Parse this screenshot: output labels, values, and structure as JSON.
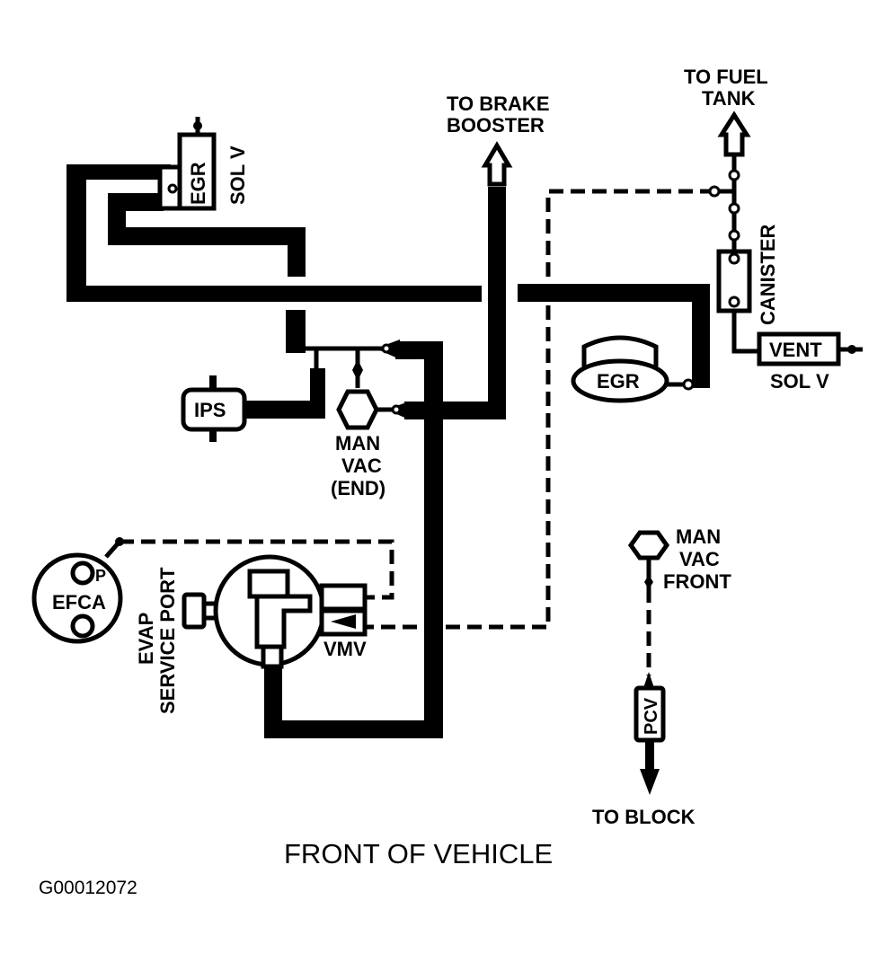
{
  "diagram": {
    "title": "FRONT OF VEHICLE",
    "figure_id": "G00012072",
    "colors": {
      "line": "#000000",
      "background": "#ffffff"
    },
    "components": {
      "egr_sol_v": {
        "body_label": "EGR",
        "side_label": "SOL V"
      },
      "egr_valve": {
        "label": "EGR"
      },
      "ips": {
        "label": "IPS"
      },
      "man_vac_end": {
        "line1": "MAN",
        "line2": "VAC",
        "line3": "(END)"
      },
      "man_vac_front": {
        "line1": "MAN",
        "line2": "VAC",
        "line3": "FRONT"
      },
      "canister": {
        "label": "CANISTER"
      },
      "vent_sol_v": {
        "body_label": "VENT",
        "side_label": "SOL V"
      },
      "efca": {
        "label": "EFCA",
        "port_label": "P"
      },
      "evap_service_port": {
        "line1": "EVAP",
        "line2": "SERVICE PORT"
      },
      "vmv": {
        "label": "VMV"
      },
      "pcv": {
        "label": "PCV"
      }
    },
    "destinations": {
      "brake_booster": {
        "line1": "TO BRAKE",
        "line2": "BOOSTER"
      },
      "fuel_tank": {
        "line1": "TO FUEL",
        "line2": "TANK"
      },
      "block": {
        "label": "TO BLOCK"
      }
    }
  }
}
